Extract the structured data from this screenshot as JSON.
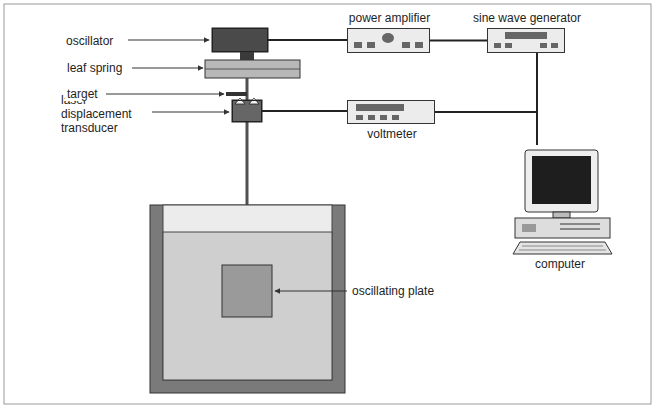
{
  "diagram": {
    "nodes": [
      {
        "text": [
          "oscillator"
        ]
      },
      {
        "text": [
          "power amplifier"
        ]
      },
      {
        "text": [
          "sine wave generator"
        ]
      },
      {
        "text": [
          "laser displacement transducer"
        ]
      },
      {
        "text": [
          "voltmeter"
        ]
      },
      {
        "text": [
          "computer"
        ]
      }
    ],
    "edges": [
      {
        "from": 0,
        "to": 1,
        "arrow": "none"
      },
      {
        "from": 1,
        "to": 2,
        "arrow": "none"
      },
      {
        "from": 2,
        "to": 5,
        "arrow": "none"
      },
      {
        "from": 3,
        "to": 4,
        "arrow": "none"
      },
      {
        "from": 4,
        "to": 5,
        "arrow": "none"
      }
    ],
    "labels": [
      "leaf spring",
      "target",
      "oscillating plate"
    ]
  }
}
